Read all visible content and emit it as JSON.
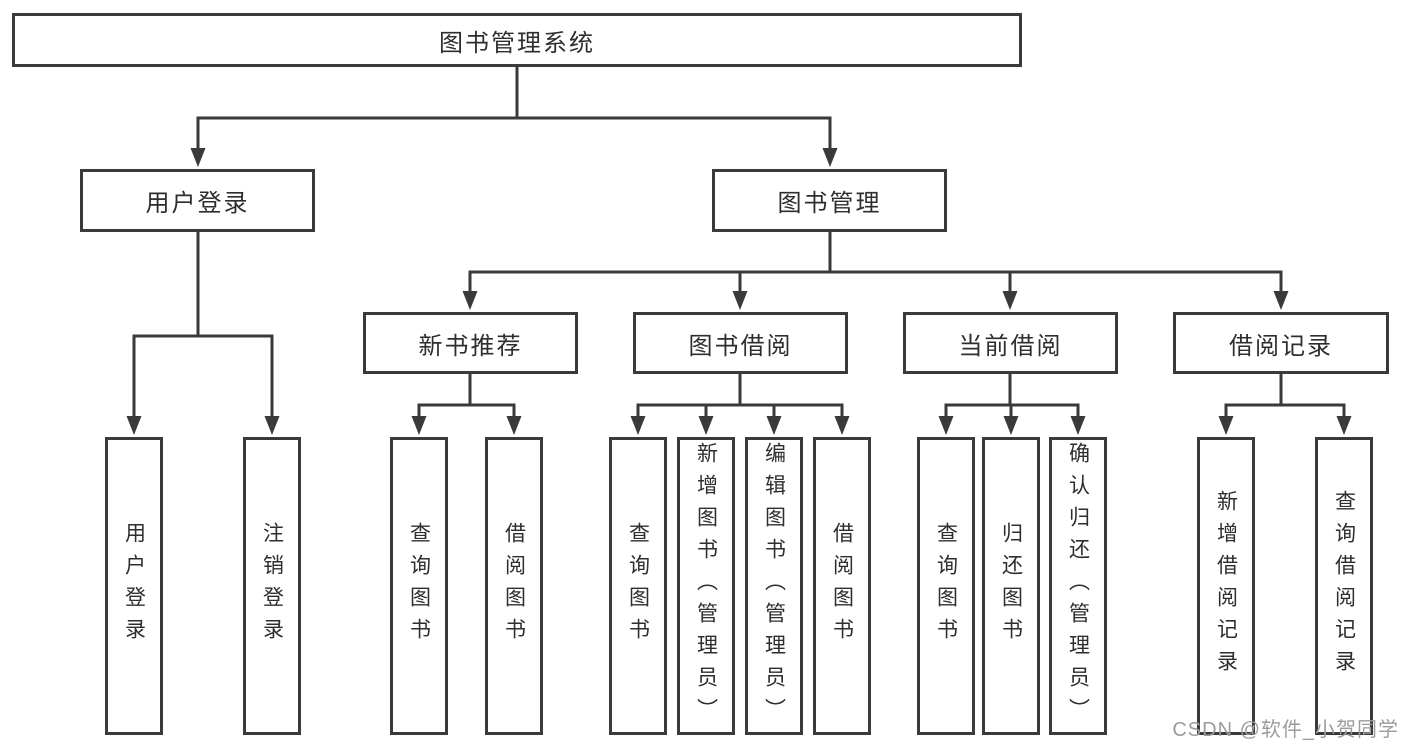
{
  "tree": {
    "root": "图书管理系统",
    "children": [
      {
        "label": "用户登录",
        "children": [
          "用户登录",
          "注销登录"
        ]
      },
      {
        "label": "图书管理",
        "children": [
          {
            "label": "新书推荐",
            "children": [
              "查询图书",
              "借阅图书"
            ]
          },
          {
            "label": "图书借阅",
            "children": [
              "查询图书",
              "新增图书（管理员）",
              "编辑图书（管理员）",
              "借阅图书"
            ]
          },
          {
            "label": "当前借阅",
            "children": [
              "查询图书",
              "归还图书",
              "确认归还（管理员）"
            ]
          },
          {
            "label": "借阅记录",
            "children": [
              "新增借阅记录",
              "查询借阅记录"
            ]
          }
        ]
      }
    ]
  },
  "colors": {
    "line": "#3a3a3a",
    "text": "#2e2e2e",
    "background": "#ffffff",
    "watermark": "#9c9c9c"
  },
  "watermark": {
    "text": "CSDN @软件_小贺同学"
  }
}
